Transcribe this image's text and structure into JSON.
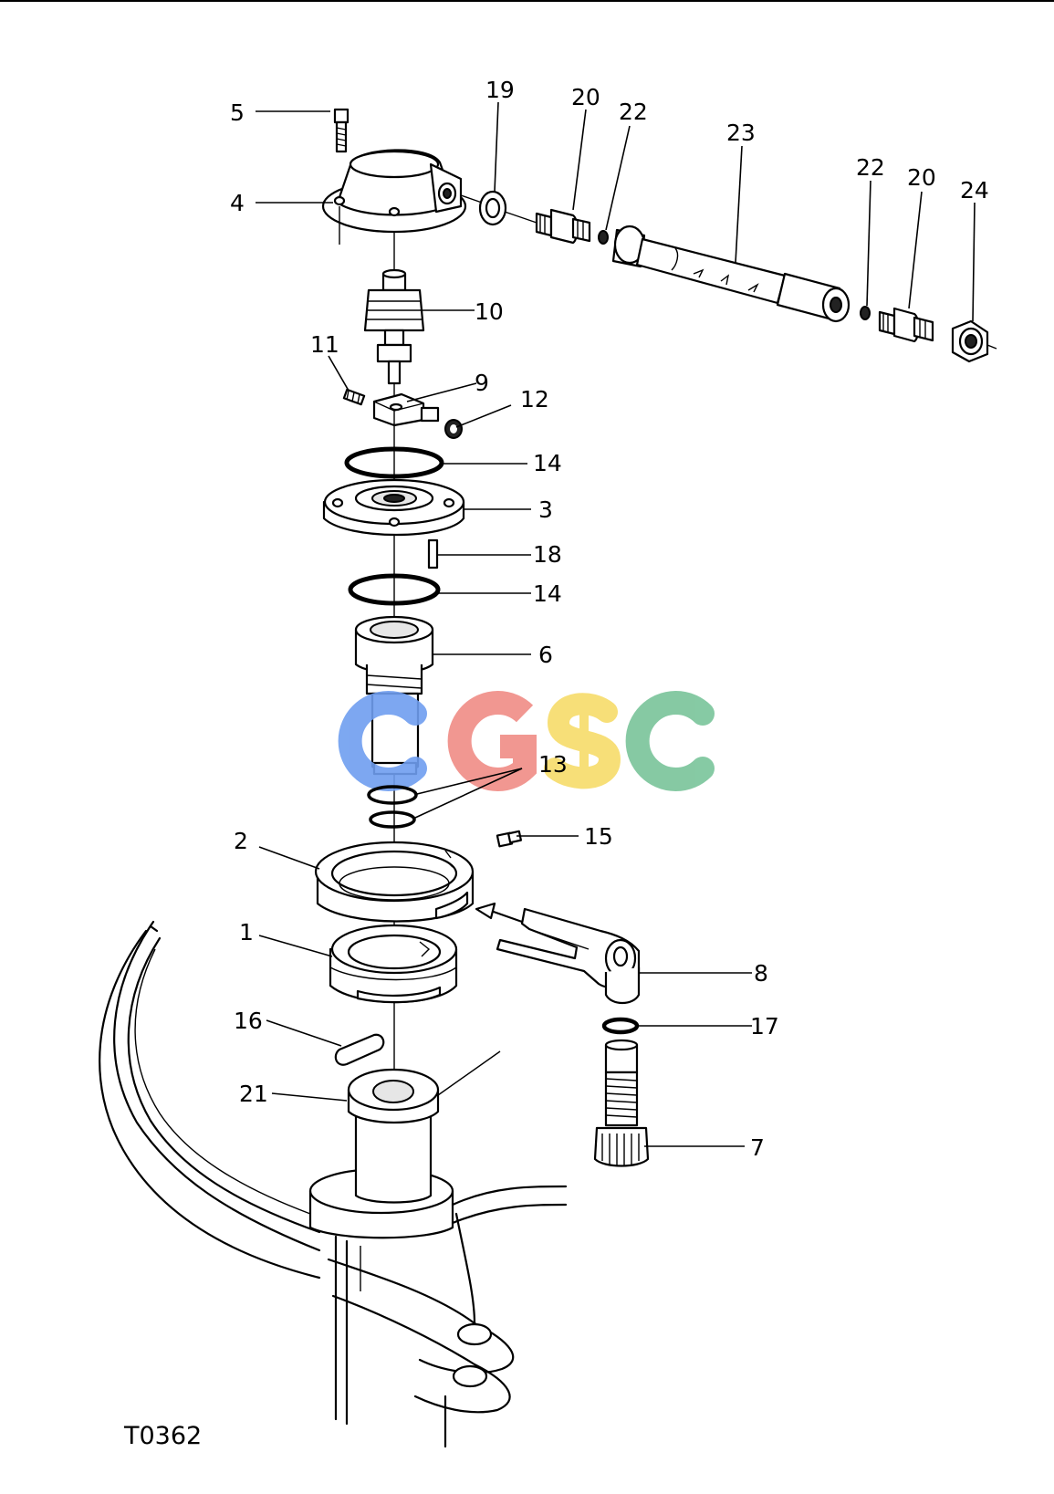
{
  "drawing_code": "T0362",
  "watermark": "CGSC",
  "watermark_colors": [
    "#6f9ef0",
    "#f08c86",
    "#f7dc6a",
    "#79c49a"
  ],
  "callouts": [
    {
      "id": "c1",
      "text": "1"
    },
    {
      "id": "c2",
      "text": "2"
    },
    {
      "id": "c3",
      "text": "3"
    },
    {
      "id": "c4",
      "text": "4"
    },
    {
      "id": "c5",
      "text": "5"
    },
    {
      "id": "c6",
      "text": "6"
    },
    {
      "id": "c7",
      "text": "7"
    },
    {
      "id": "c8",
      "text": "8"
    },
    {
      "id": "c9",
      "text": "9"
    },
    {
      "id": "c10",
      "text": "10"
    },
    {
      "id": "c11",
      "text": "11"
    },
    {
      "id": "c12",
      "text": "12"
    },
    {
      "id": "c13",
      "text": "13"
    },
    {
      "id": "c14a",
      "text": "14"
    },
    {
      "id": "c14b",
      "text": "14"
    },
    {
      "id": "c15",
      "text": "15"
    },
    {
      "id": "c16",
      "text": "16"
    },
    {
      "id": "c17",
      "text": "17"
    },
    {
      "id": "c18",
      "text": "18"
    },
    {
      "id": "c19",
      "text": "19"
    },
    {
      "id": "c20a",
      "text": "20"
    },
    {
      "id": "c20b",
      "text": "20"
    },
    {
      "id": "c21",
      "text": "21"
    },
    {
      "id": "c22a",
      "text": "22"
    },
    {
      "id": "c22b",
      "text": "22"
    },
    {
      "id": "c23",
      "text": "23"
    },
    {
      "id": "c24",
      "text": "24"
    }
  ]
}
